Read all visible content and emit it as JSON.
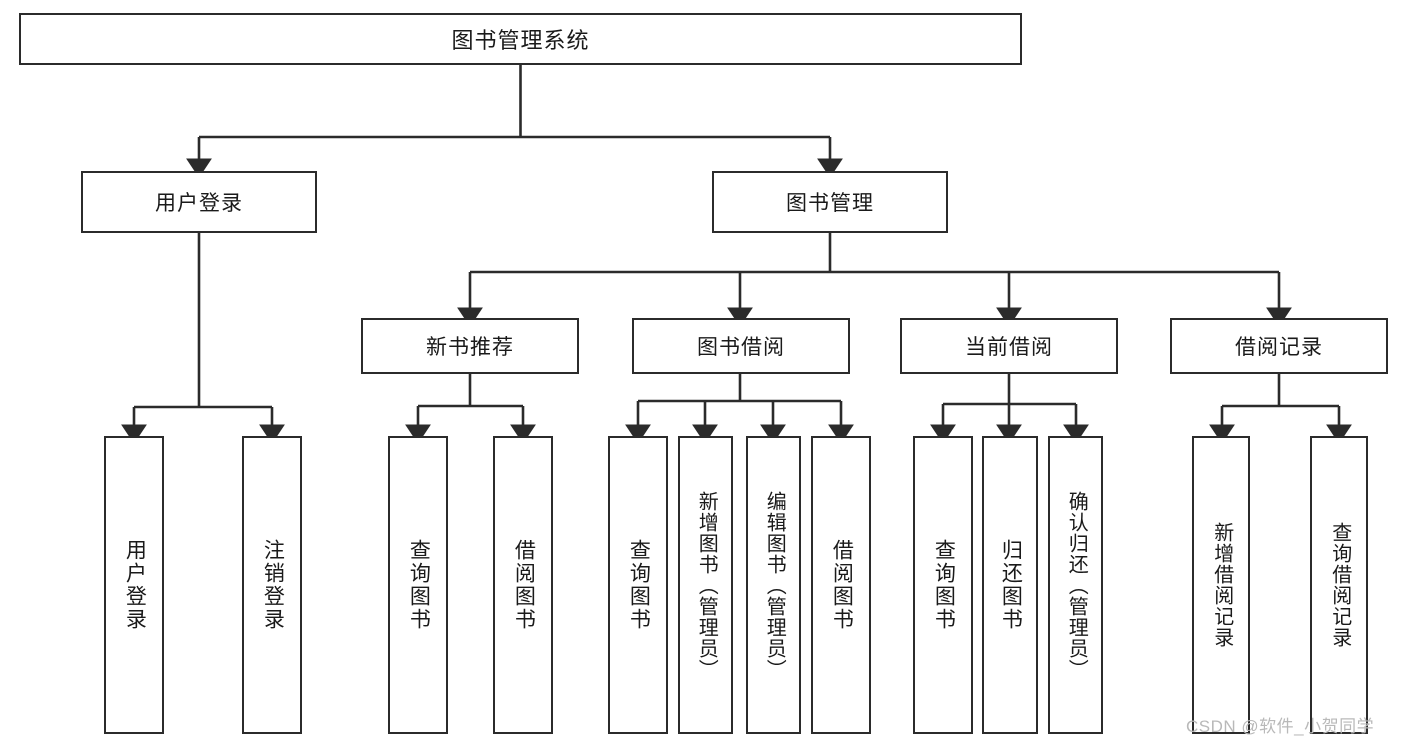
{
  "diagram": {
    "title": "图书管理系统",
    "type": "功能结构图",
    "watermark": "CSDN @软件_小贺同学",
    "colors": {
      "stroke": "#2b2b2b",
      "fill": "#ffffff",
      "text": "#1a1a1a",
      "watermark": "#b9b9b9"
    },
    "nodes": {
      "root": {
        "label": "图书管理系统"
      },
      "level2": [
        {
          "id": "user-login",
          "label": "用户登录"
        },
        {
          "id": "book-manage",
          "label": "图书管理"
        }
      ],
      "level3": [
        {
          "id": "new-book-recommend",
          "label": "新书推荐"
        },
        {
          "id": "book-borrow",
          "label": "图书借阅"
        },
        {
          "id": "current-borrow",
          "label": "当前借阅"
        },
        {
          "id": "borrow-record",
          "label": "借阅记录"
        }
      ],
      "leaves": {
        "user_login": [
          {
            "id": "leaf-user-login",
            "label": "用户登录"
          },
          {
            "id": "leaf-logout-login",
            "label": "注销登录"
          }
        ],
        "new_book_recommend": [
          {
            "id": "leaf-query-book-1",
            "label": "查询图书"
          },
          {
            "id": "leaf-borrow-book-1",
            "label": "借阅图书"
          }
        ],
        "book_borrow": [
          {
            "id": "leaf-query-book-2",
            "label": "查询图书"
          },
          {
            "id": "leaf-add-book",
            "label": "新增图书（管理员）"
          },
          {
            "id": "leaf-edit-book",
            "label": "编辑图书（管理员）"
          },
          {
            "id": "leaf-borrow-book-2",
            "label": "借阅图书"
          }
        ],
        "current_borrow": [
          {
            "id": "leaf-query-book-3",
            "label": "查询图书"
          },
          {
            "id": "leaf-return-book",
            "label": "归还图书"
          },
          {
            "id": "leaf-confirm-return",
            "label": "确认归还（管理员）"
          }
        ],
        "borrow_record": [
          {
            "id": "leaf-add-record",
            "label": "新增借阅记录"
          },
          {
            "id": "leaf-query-record",
            "label": "查询借阅记录"
          }
        ]
      }
    }
  }
}
